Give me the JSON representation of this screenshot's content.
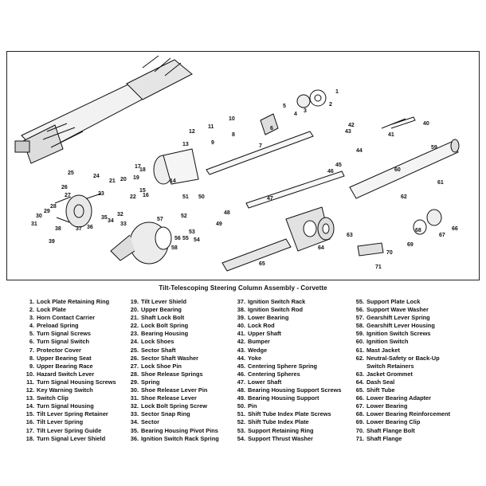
{
  "caption": "Tilt-Telescoping Steering Column Assembly - Corvette",
  "legend_columns": [
    [
      {
        "num": "1.",
        "label": "Lock Plate Retaining Ring"
      },
      {
        "num": "2.",
        "label": "Lock Plate"
      },
      {
        "num": "3.",
        "label": "Horn Contact Carrier"
      },
      {
        "num": "4.",
        "label": "Preload Spring"
      },
      {
        "num": "5.",
        "label": "Turn Signal Screws"
      },
      {
        "num": "6.",
        "label": "Turn Signal Switch"
      },
      {
        "num": "7.",
        "label": "Protector Cover"
      },
      {
        "num": "8.",
        "label": "Upper Bearing Seat"
      },
      {
        "num": "9.",
        "label": "Upper Bearing Race"
      },
      {
        "num": "10.",
        "label": "Hazard Switch Lever"
      },
      {
        "num": "11.",
        "label": "Turn Signal Housing Screws"
      },
      {
        "num": "12.",
        "label": "Key Warning Switch"
      },
      {
        "num": "13.",
        "label": "Switch Clip"
      },
      {
        "num": "14.",
        "label": "Turn Signal Housing"
      },
      {
        "num": "15.",
        "label": "Tilt Lever Spring Retainer"
      },
      {
        "num": "16.",
        "label": "Tilt Lever Spring"
      },
      {
        "num": "17.",
        "label": "Tilt Lever Spring Guide"
      },
      {
        "num": "18.",
        "label": "Turn Signal Lever Shield"
      }
    ],
    [
      {
        "num": "19.",
        "label": "Tilt Lever Shield"
      },
      {
        "num": "20.",
        "label": "Upper Bearing"
      },
      {
        "num": "21.",
        "label": "Shaft Lock Bolt"
      },
      {
        "num": "22.",
        "label": "Lock Bolt Spring"
      },
      {
        "num": "23.",
        "label": "Bearing Housing"
      },
      {
        "num": "24.",
        "label": "Lock Shoes"
      },
      {
        "num": "25.",
        "label": "Sector Shaft"
      },
      {
        "num": "26.",
        "label": "Sector Shaft Washer"
      },
      {
        "num": "27.",
        "label": "Lock Shoe Pin"
      },
      {
        "num": "28.",
        "label": "Shoe Release Springs"
      },
      {
        "num": "29.",
        "label": "Spring"
      },
      {
        "num": "30.",
        "label": "Shoe Release Lever Pin"
      },
      {
        "num": "31.",
        "label": "Shoe Release Lever"
      },
      {
        "num": "32.",
        "label": "Lock Bolt Spring Screw"
      },
      {
        "num": "33.",
        "label": "Sector Snap Ring"
      },
      {
        "num": "34.",
        "label": "Sector"
      },
      {
        "num": "35.",
        "label": "Bearing Housing Pivot Pins"
      },
      {
        "num": "36.",
        "label": "Ignition Switch Rack Spring"
      }
    ],
    [
      {
        "num": "37.",
        "label": "Ignition Switch Rack"
      },
      {
        "num": "38.",
        "label": "Ignition Switch Rod"
      },
      {
        "num": "39.",
        "label": "Lower Bearing"
      },
      {
        "num": "40.",
        "label": "Lock Rod"
      },
      {
        "num": "41.",
        "label": "Upper Shaft"
      },
      {
        "num": "42.",
        "label": "Bumper"
      },
      {
        "num": "43.",
        "label": "Wedge"
      },
      {
        "num": "44.",
        "label": "Yoke"
      },
      {
        "num": "45.",
        "label": "Centering Sphere Spring"
      },
      {
        "num": "46.",
        "label": "Centering Spheres"
      },
      {
        "num": "47.",
        "label": "Lower Shaft"
      },
      {
        "num": "48.",
        "label": "Bearing Housing Support Screws"
      },
      {
        "num": "49.",
        "label": "Bearing Housing Support"
      },
      {
        "num": "50.",
        "label": "Pin"
      },
      {
        "num": "51.",
        "label": "Shift Tube Index Plate Screws"
      },
      {
        "num": "52.",
        "label": "Shift Tube Index Plate"
      },
      {
        "num": "53.",
        "label": "Support Retaining Ring"
      },
      {
        "num": "54.",
        "label": "Support Thrust Washer"
      }
    ],
    [
      {
        "num": "55.",
        "label": "Support Plate Lock"
      },
      {
        "num": "56.",
        "label": "Support Wave Washer"
      },
      {
        "num": "57.",
        "label": "Gearshift Lever Spring"
      },
      {
        "num": "58.",
        "label": "Gearshift Lever Housing"
      },
      {
        "num": "59.",
        "label": "Ignition Switch Screws"
      },
      {
        "num": "60.",
        "label": "Ignition Switch"
      },
      {
        "num": "61.",
        "label": "Mast Jacket"
      },
      {
        "num": "62.",
        "label": "Neutral-Safety or Back-Up"
      },
      {
        "num": "",
        "label": "Switch Retainers"
      },
      {
        "num": "63.",
        "label": "Jacket Grommet"
      },
      {
        "num": "64.",
        "label": "Dash Seal"
      },
      {
        "num": "65.",
        "label": "Shift Tube"
      },
      {
        "num": "66.",
        "label": "Lower Bearing Adapter"
      },
      {
        "num": "67.",
        "label": "Lower Bearing"
      },
      {
        "num": "68.",
        "label": "Lower Bearing Reinforcement"
      },
      {
        "num": "69.",
        "label": "Lower Bearing Clip"
      },
      {
        "num": "70.",
        "label": "Shaft Flange Bolt"
      },
      {
        "num": "71.",
        "label": "Shaft Flange"
      }
    ]
  ],
  "callouts": [
    "1",
    "2",
    "3",
    "4",
    "5",
    "6",
    "7",
    "8",
    "9",
    "10",
    "11",
    "12",
    "13",
    "14",
    "15",
    "16",
    "17",
    "18",
    "19",
    "20",
    "21",
    "22",
    "23",
    "24",
    "25",
    "26",
    "27",
    "28",
    "29",
    "30",
    "31",
    "32",
    "33",
    "34",
    "35",
    "36",
    "37",
    "38",
    "39",
    "40",
    "41",
    "42",
    "43",
    "44",
    "45",
    "46",
    "47",
    "48",
    "49",
    "50",
    "51",
    "52",
    "53",
    "54",
    "55",
    "56",
    "57",
    "58",
    "59",
    "60",
    "61",
    "62",
    "63",
    "64",
    "65",
    "66",
    "67",
    "68",
    "69",
    "70",
    "71"
  ]
}
